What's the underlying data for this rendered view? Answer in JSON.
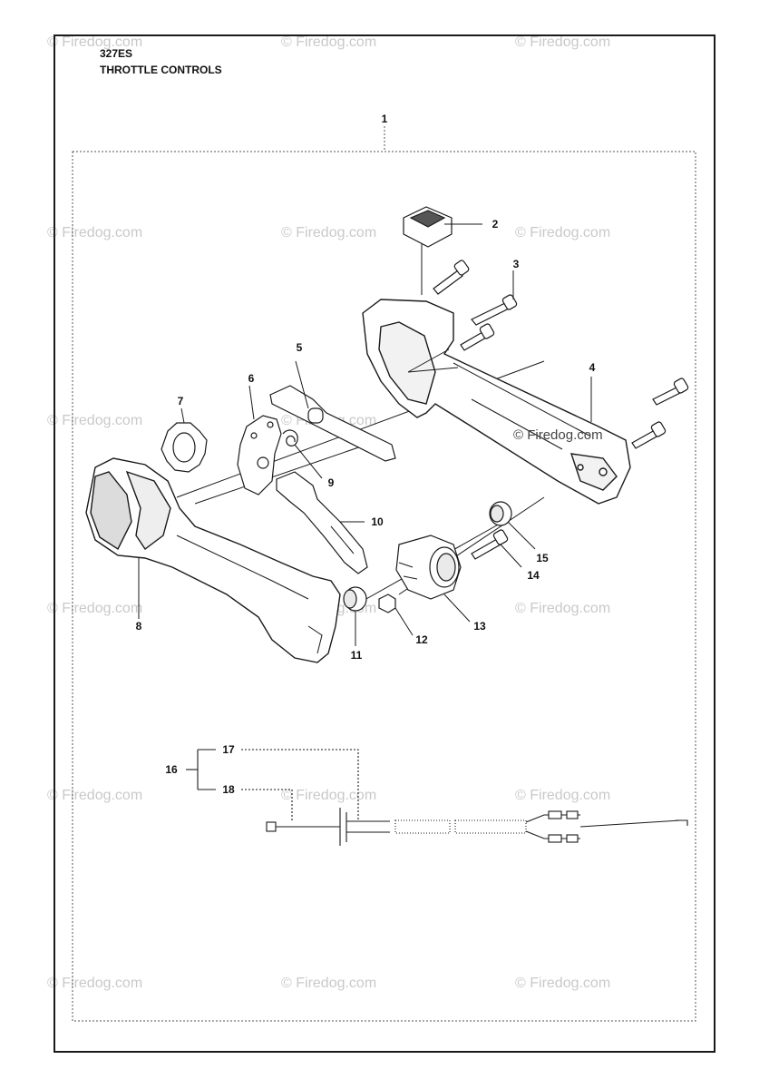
{
  "header": {
    "model": "327ES",
    "title": "THROTTLE CONTROLS"
  },
  "watermark": "© Firedog.com",
  "callouts": {
    "n1": "1",
    "n2": "2",
    "n3": "3",
    "n4": "4",
    "n5": "5",
    "n6": "6",
    "n7": "7",
    "n8": "8",
    "n9": "9",
    "n10": "10",
    "n11": "11",
    "n12": "12",
    "n13": "13",
    "n14": "14",
    "n15": "15",
    "n16": "16",
    "n17": "17",
    "n18": "18"
  },
  "colors": {
    "line": "#1a1a1a",
    "watermark": "#c9c9c9",
    "part_fill": "#ffffff",
    "shade": "#888888"
  }
}
